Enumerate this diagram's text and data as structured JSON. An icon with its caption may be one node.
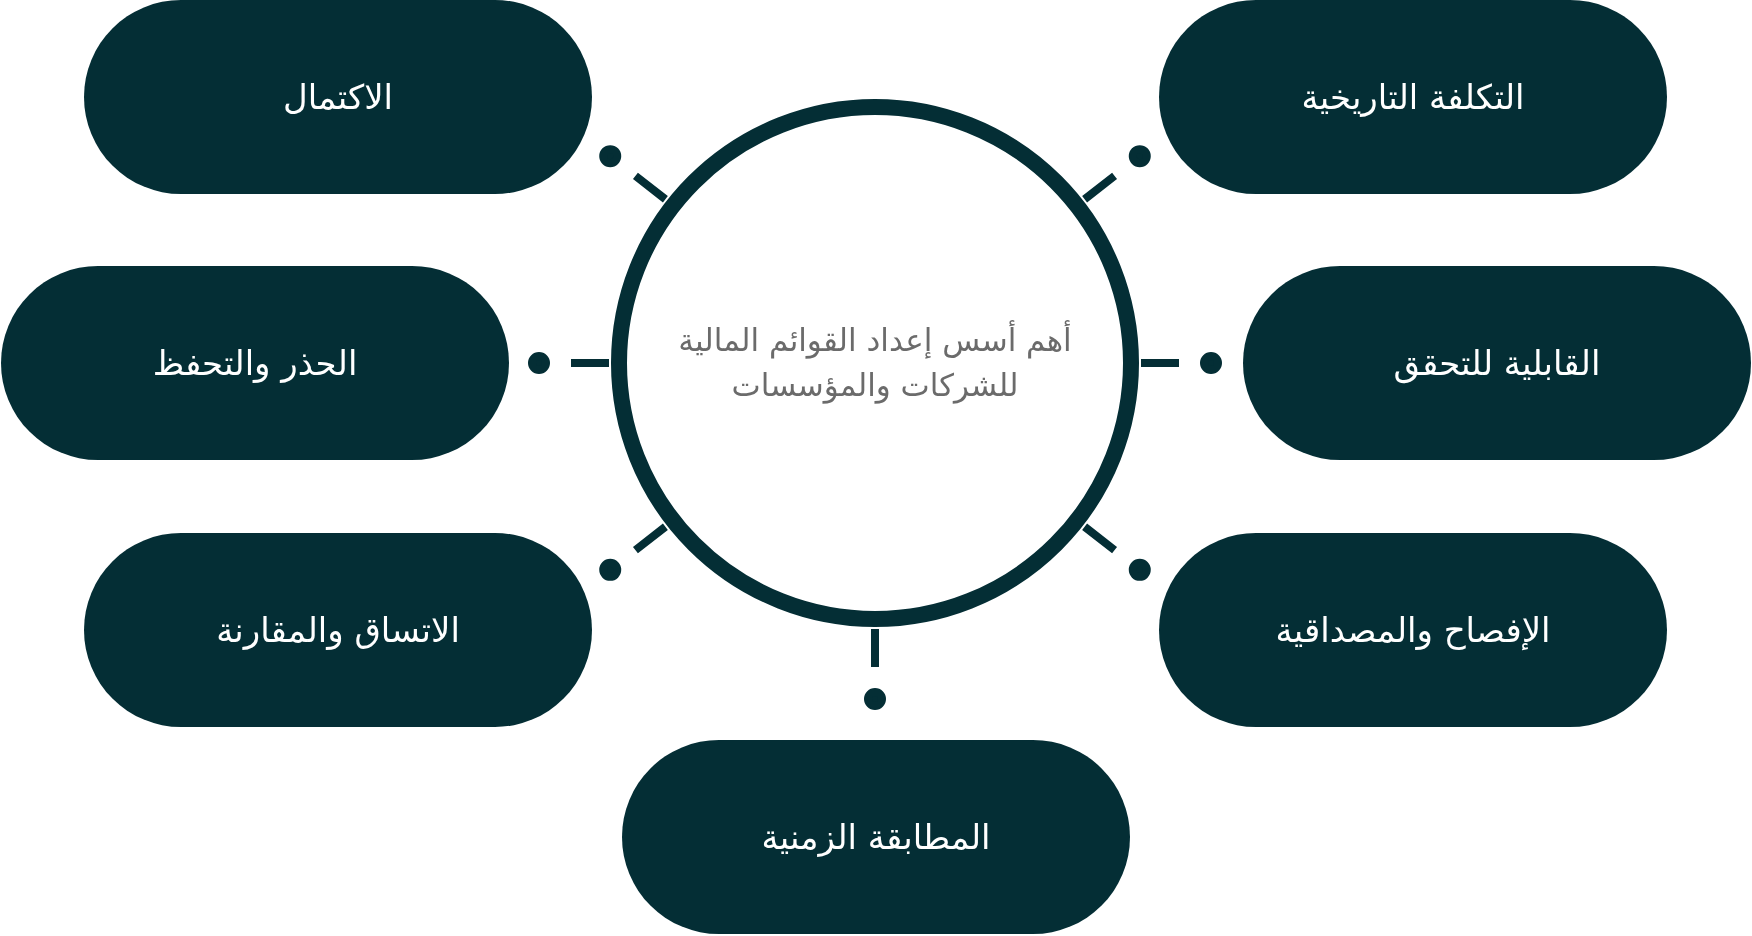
{
  "diagram": {
    "nodes": [
      {
        "text": [
          "أهم أسس إعداد القوائم المالية للشركات والمؤسسات"
        ]
      },
      {
        "text": [
          "التكلفة التاريخية"
        ]
      },
      {
        "text": [
          "الاكتمال"
        ]
      },
      {
        "text": [
          "القابلية للتحقق"
        ]
      },
      {
        "text": [
          "الحذر والتحفظ"
        ]
      },
      {
        "text": [
          "الإفصاح والمصداقية"
        ]
      },
      {
        "text": [
          "الاتساق والمقارنة"
        ]
      },
      {
        "text": [
          "المطابقة الزمنية"
        ]
      }
    ]
  }
}
